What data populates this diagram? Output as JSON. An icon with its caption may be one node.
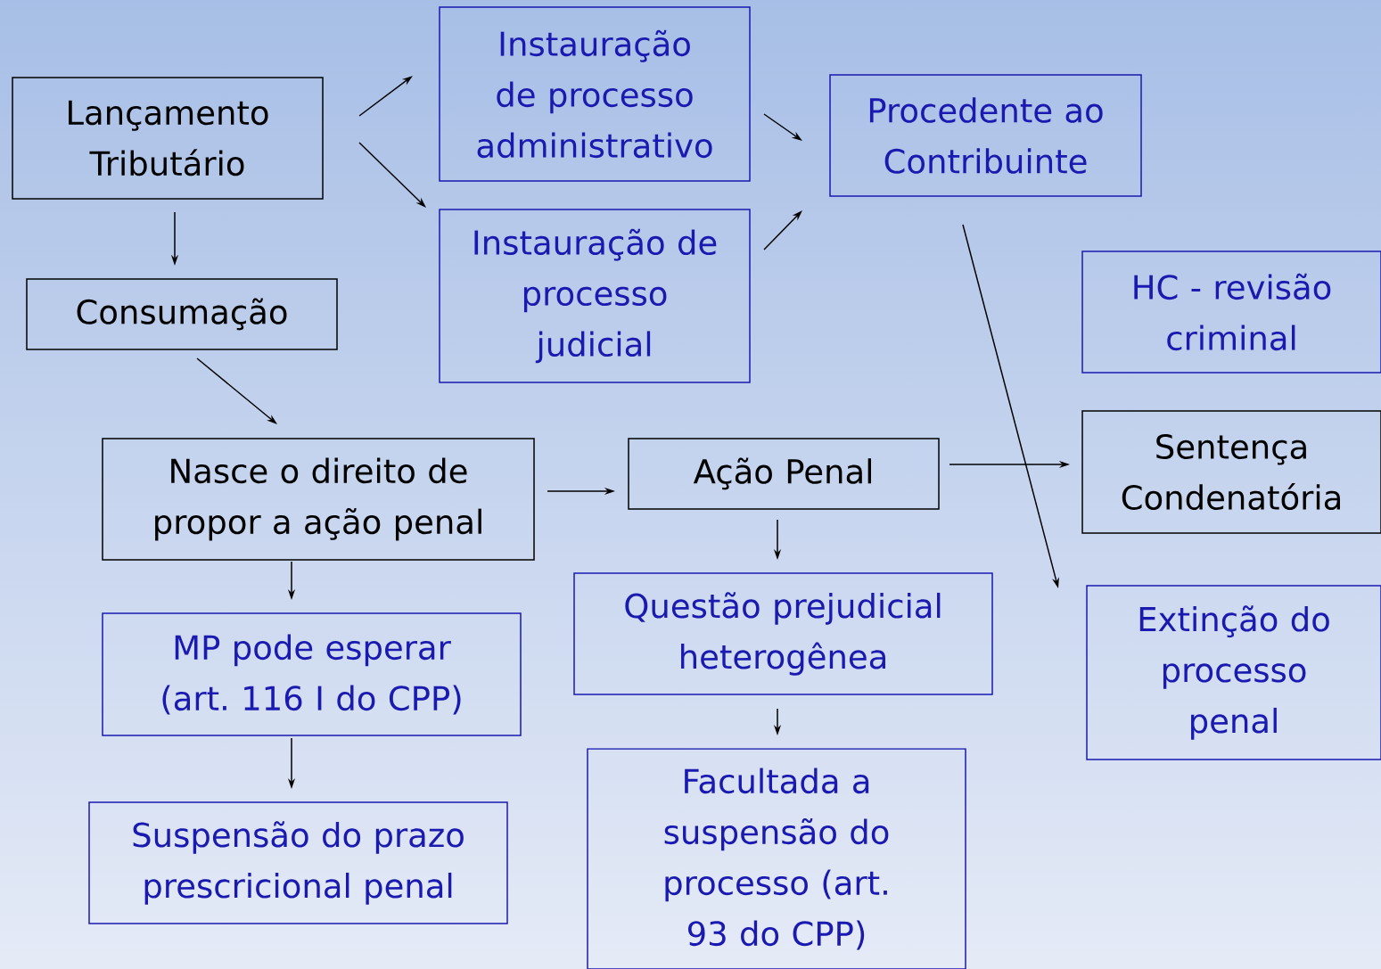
{
  "diagram": {
    "nodes": [
      {
        "text": [
          "Lançamento Tributário"
        ]
      },
      {
        "text": [
          "Instauração de processo administrativo"
        ]
      },
      {
        "text": [
          "Instauração de processo judicial"
        ]
      },
      {
        "text": [
          "Procedente ao Contribuinte"
        ]
      },
      {
        "text": [
          "Consumação"
        ]
      },
      {
        "text": [
          "HC - revisão criminal"
        ]
      },
      {
        "text": [
          "Nasce o direito de propor a ação penal"
        ]
      },
      {
        "text": [
          "Ação Penal"
        ]
      },
      {
        "text": [
          "Sentença Condenatória"
        ]
      },
      {
        "text": [
          "MP pode esperar (art. 116 I do CPP)"
        ]
      },
      {
        "text": [
          "Questão prejudicial heterogênea"
        ]
      },
      {
        "text": [
          "Extinção do processo penal"
        ]
      },
      {
        "text": [
          "Suspensão do prazo prescricional penal"
        ]
      },
      {
        "text": [
          "Facultada a suspensão do processo (art. 93 do CPP)"
        ]
      }
    ],
    "edges": [
      {
        "from": 0,
        "to": 1,
        "arrow": "to"
      },
      {
        "from": 0,
        "to": 2,
        "arrow": "to"
      },
      {
        "from": 1,
        "to": 3,
        "arrow": "to"
      },
      {
        "from": 2,
        "to": 3,
        "arrow": "to"
      },
      {
        "from": 0,
        "to": 4,
        "arrow": "to"
      },
      {
        "from": 4,
        "to": 6,
        "arrow": "to"
      },
      {
        "from": 6,
        "to": 7,
        "arrow": "to"
      },
      {
        "from": 7,
        "to": 8,
        "arrow": "to"
      },
      {
        "from": 3,
        "to": 11,
        "arrow": "to"
      },
      {
        "from": 6,
        "to": 9,
        "arrow": "to"
      },
      {
        "from": 9,
        "to": 12,
        "arrow": "to"
      },
      {
        "from": 7,
        "to": 10,
        "arrow": "to"
      },
      {
        "from": 10,
        "to": 13,
        "arrow": "to"
      }
    ]
  }
}
